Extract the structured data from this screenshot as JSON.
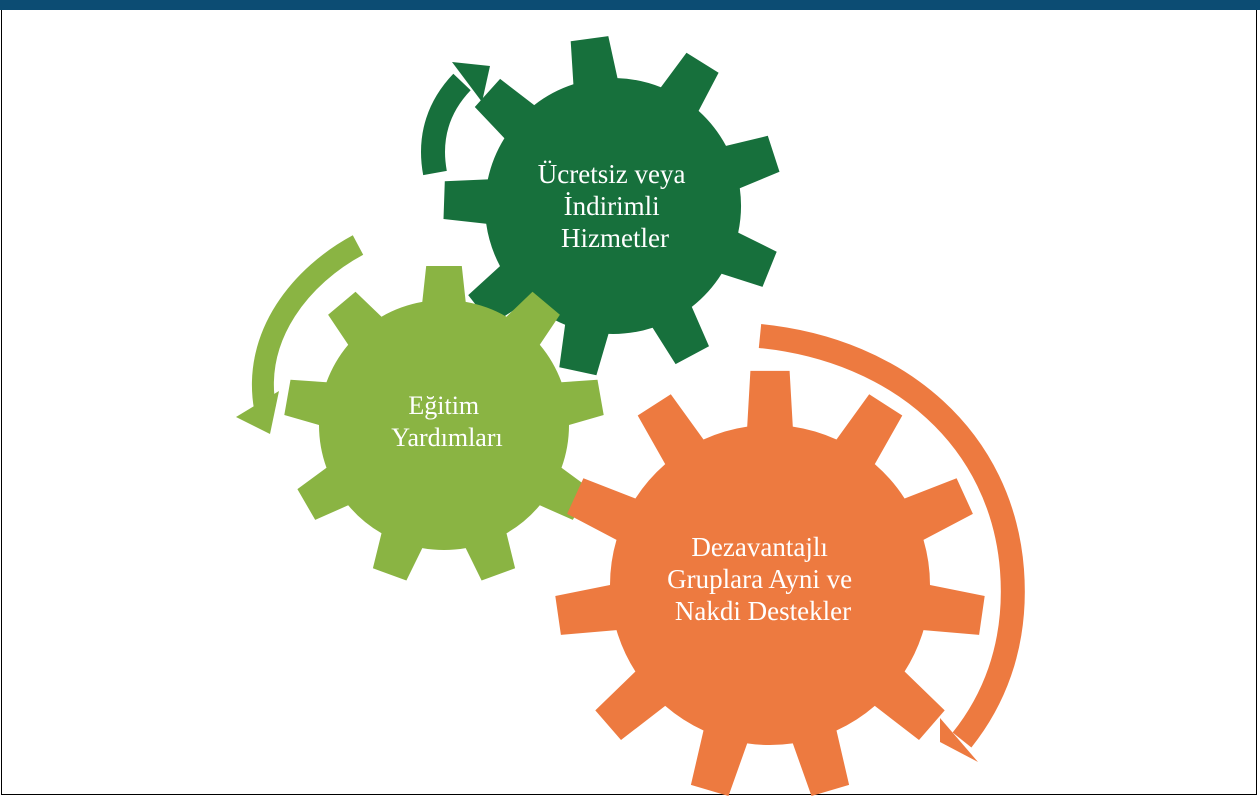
{
  "colors": {
    "top_bar": "#0c4c73",
    "gear_dark": "#17703c",
    "gear_light": "#8ab443",
    "gear_orange": "#ed7a40"
  },
  "gears": {
    "services": {
      "lines": [
        "Ücretsiz veya",
        "İndirimli",
        "Hizmetler"
      ]
    },
    "education": {
      "lines": [
        "Eğitim",
        "Yardımları"
      ]
    },
    "support": {
      "lines": [
        "Dezavantajlı",
        "Gruplara Ayni ve",
        "Nakdi Destekler"
      ]
    }
  }
}
